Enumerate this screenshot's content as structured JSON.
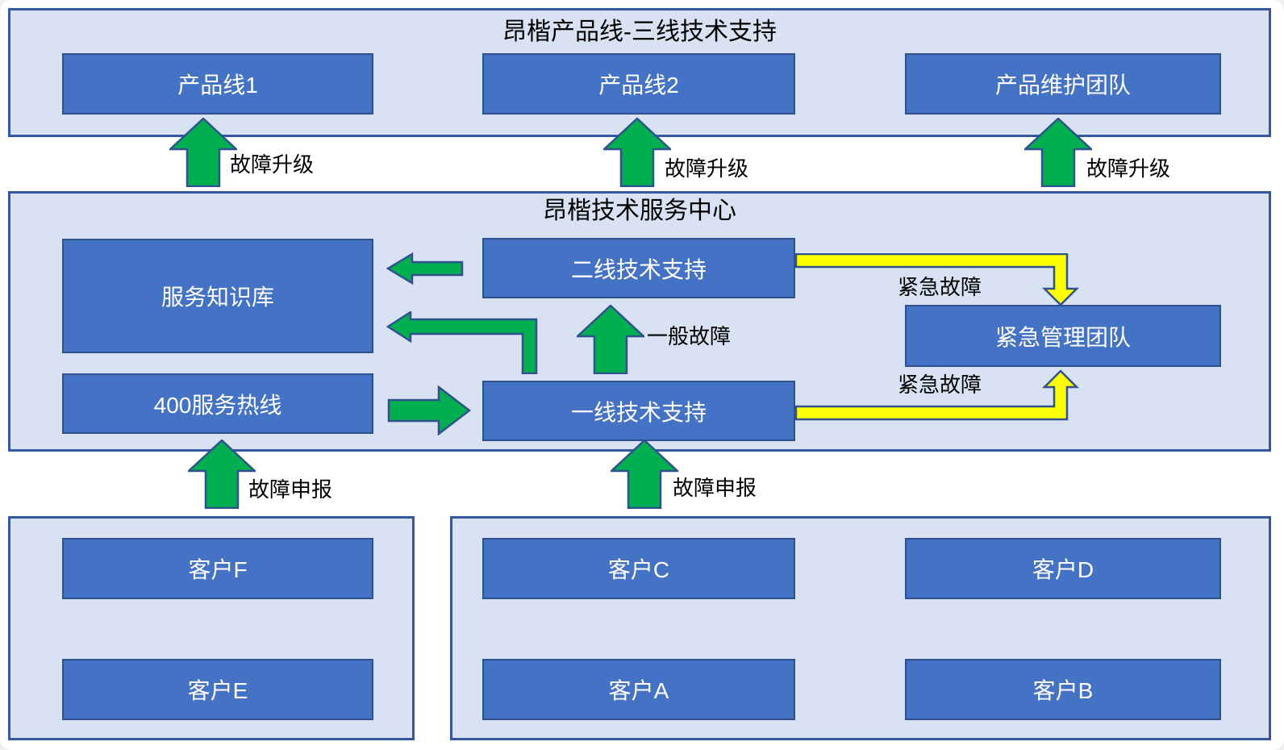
{
  "colors": {
    "box_fill": "#4472C4",
    "box_border": "#2F528F",
    "box_text": "#FFFFFF",
    "container_fill": "#D9E2F3",
    "container_border": "#34579E",
    "arrow_green": "#00B050",
    "arrow_yellow": "#FFFF00",
    "arrow_outline": "#2F528F",
    "label_text": "#000000"
  },
  "sections": {
    "product_lines": {
      "title": "昂楷产品线-三线技术支持",
      "boxes": [
        {
          "label": "产品线1"
        },
        {
          "label": "产品线2"
        },
        {
          "label": "产品维护团队"
        }
      ]
    },
    "service_center": {
      "title": "昂楷技术服务中心",
      "boxes": [
        {
          "label": "服务知识库"
        },
        {
          "label": "400服务热线"
        },
        {
          "label": "二线技术支持"
        },
        {
          "label": "一线技术支持"
        },
        {
          "label": "紧急管理团队"
        }
      ]
    },
    "customers_left": {
      "boxes": [
        {
          "label": "客户F"
        },
        {
          "label": "客户E"
        }
      ]
    },
    "customers_right": {
      "boxes": [
        {
          "label": "客户C"
        },
        {
          "label": "客户D"
        },
        {
          "label": "客户A"
        },
        {
          "label": "客户B"
        }
      ]
    }
  },
  "arrows": {
    "fault_escalation": [
      {
        "label": "故障升级"
      },
      {
        "label": "故障升级"
      },
      {
        "label": "故障升级"
      }
    ],
    "fault_report": [
      {
        "label": "故障申报"
      },
      {
        "label": "故障申报"
      }
    ],
    "general_fault": {
      "label": "一般故障"
    },
    "urgent_top": {
      "label": "紧急故障"
    },
    "urgent_bottom": {
      "label": "紧急故障"
    }
  }
}
